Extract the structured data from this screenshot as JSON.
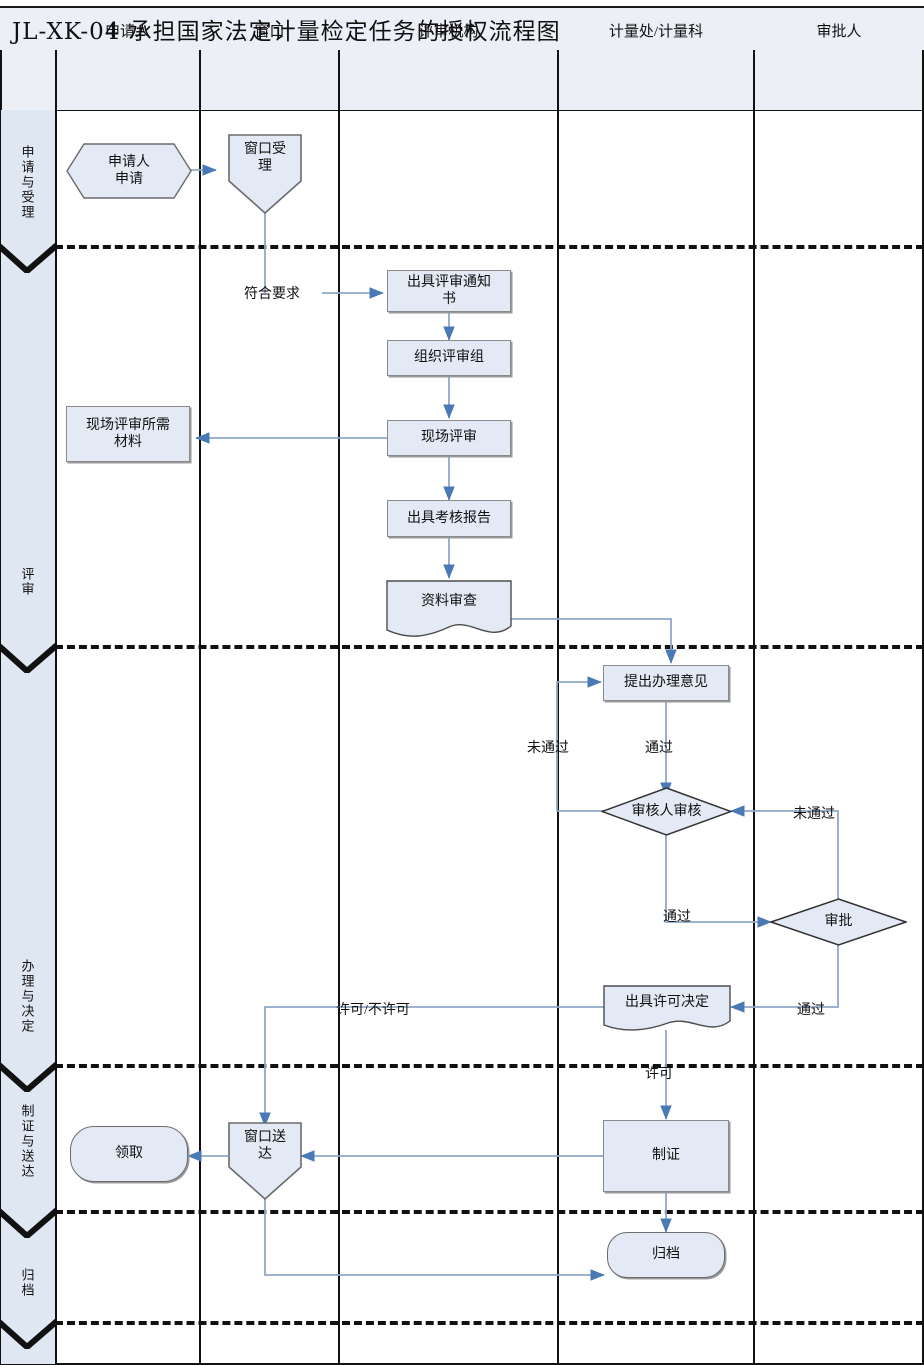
{
  "doc": {
    "title": "JL-XK-04  承担国家法定计量检定任务的授权流程图"
  },
  "columns": [
    {
      "id": "phase",
      "label": ""
    },
    {
      "id": "applicant",
      "label": "申请人"
    },
    {
      "id": "window",
      "label": "窗口"
    },
    {
      "id": "review-org",
      "label": "评审机构"
    },
    {
      "id": "metrology-dept",
      "label": "计量处/计量科"
    },
    {
      "id": "approver",
      "label": "审批人"
    }
  ],
  "phases": [
    {
      "id": "phase-accept",
      "label": "申请与受理"
    },
    {
      "id": "phase-review",
      "label": "评审"
    },
    {
      "id": "phase-decision",
      "label": "办理与决定"
    },
    {
      "id": "phase-issue",
      "label": "制证与送达"
    },
    {
      "id": "phase-archive",
      "label": "归档"
    }
  ],
  "nodes": [
    {
      "id": "applicant-apply",
      "label": "申请人\n申请",
      "shape": "hexagon",
      "column": "applicant"
    },
    {
      "id": "window-accept",
      "label": "窗口受\n理",
      "shape": "pentagon-down",
      "column": "window"
    },
    {
      "id": "issue-review-notice",
      "label": "出具评审通知\n书",
      "shape": "rect",
      "column": "review-org"
    },
    {
      "id": "organize-review-team",
      "label": "组织评审组",
      "shape": "rect",
      "column": "review-org"
    },
    {
      "id": "onsite-review",
      "label": "现场评审",
      "shape": "rect",
      "column": "review-org"
    },
    {
      "id": "onsite-materials",
      "label": "现场评审所需\n材料",
      "shape": "rect",
      "column": "applicant"
    },
    {
      "id": "issue-assessment-report",
      "label": "出具考核报告",
      "shape": "rect",
      "column": "review-org"
    },
    {
      "id": "data-check",
      "label": "资料审查",
      "shape": "document",
      "column": "review-org"
    },
    {
      "id": "propose-opinion",
      "label": "提出办理意见",
      "shape": "rect",
      "column": "metrology-dept"
    },
    {
      "id": "reviewer-check",
      "label": "审核人审核",
      "shape": "diamond",
      "column": "metrology-dept"
    },
    {
      "id": "approval",
      "label": "审批",
      "shape": "diamond",
      "column": "approver"
    },
    {
      "id": "issue-license-decision",
      "label": "出具许可决定",
      "shape": "document",
      "column": "metrology-dept"
    },
    {
      "id": "make-certificate",
      "label": "制证",
      "shape": "rect",
      "column": "metrology-dept"
    },
    {
      "id": "window-deliver",
      "label": "窗口送\n达",
      "shape": "pentagon-down",
      "column": "window"
    },
    {
      "id": "collect",
      "label": "领取",
      "shape": "rounded",
      "column": "applicant"
    },
    {
      "id": "archive",
      "label": "归档",
      "shape": "rounded",
      "column": "metrology-dept"
    }
  ],
  "edge_labels": [
    {
      "id": "label-meets-requirements",
      "text": "符合要求"
    },
    {
      "id": "label-not-passed-1",
      "text": "未通过"
    },
    {
      "id": "label-passed-1",
      "text": "通过"
    },
    {
      "id": "label-not-passed-2",
      "text": "未通过"
    },
    {
      "id": "label-passed-2",
      "text": "通过"
    },
    {
      "id": "label-passed-3",
      "text": "通过"
    },
    {
      "id": "label-permit-or-not",
      "text": "许可/不许可"
    },
    {
      "id": "label-permit",
      "text": "许可"
    }
  ],
  "colors": {
    "node_fill": "#e3e9f5",
    "node_border": "#8a8a8a",
    "connector": "#8fa8c8",
    "phase_fill": "#dfe7f3",
    "header_fill": "#eceff5",
    "grid": "#111111"
  }
}
